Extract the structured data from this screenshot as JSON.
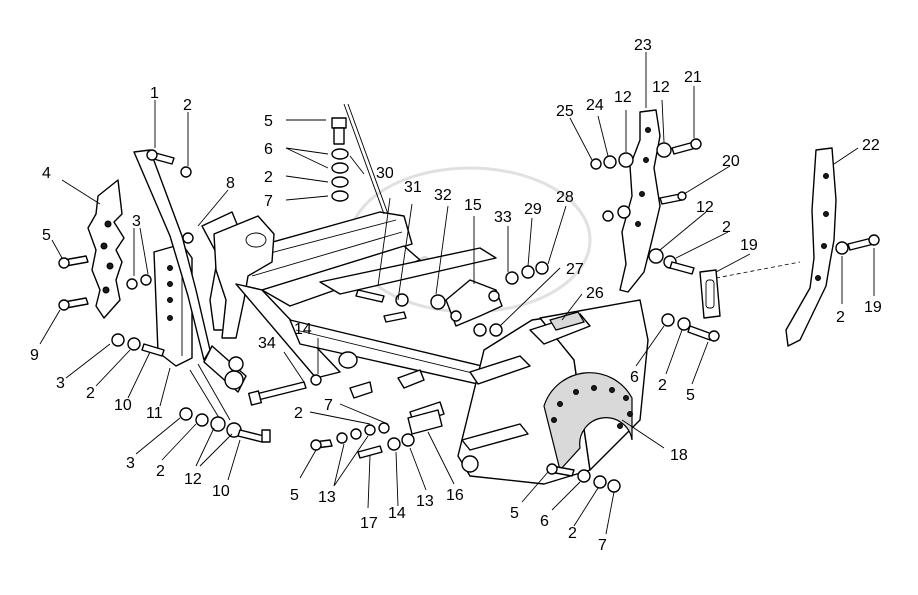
{
  "diagram": {
    "callouts": [
      {
        "id": "c1",
        "text": "1"
      },
      {
        "id": "c2a",
        "text": "2"
      },
      {
        "id": "c4",
        "text": "4"
      },
      {
        "id": "c8",
        "text": "8"
      },
      {
        "id": "c3a",
        "text": "3"
      },
      {
        "id": "c5a",
        "text": "5"
      },
      {
        "id": "c9",
        "text": "9"
      },
      {
        "id": "c3b",
        "text": "3"
      },
      {
        "id": "c2b",
        "text": "2"
      },
      {
        "id": "c10a",
        "text": "10"
      },
      {
        "id": "c11",
        "text": "11"
      },
      {
        "id": "c3c",
        "text": "3"
      },
      {
        "id": "c2c",
        "text": "2"
      },
      {
        "id": "c12a",
        "text": "12"
      },
      {
        "id": "c10b",
        "text": "10"
      },
      {
        "id": "c5b",
        "text": "5"
      },
      {
        "id": "c6a",
        "text": "6"
      },
      {
        "id": "c2d",
        "text": "2"
      },
      {
        "id": "c7a",
        "text": "7"
      },
      {
        "id": "c30",
        "text": "30"
      },
      {
        "id": "c31",
        "text": "31"
      },
      {
        "id": "c32",
        "text": "32"
      },
      {
        "id": "c15",
        "text": "15"
      },
      {
        "id": "c33",
        "text": "33"
      },
      {
        "id": "c29",
        "text": "29"
      },
      {
        "id": "c28",
        "text": "28"
      },
      {
        "id": "c27",
        "text": "27"
      },
      {
        "id": "c26",
        "text": "26"
      },
      {
        "id": "c34",
        "text": "34"
      },
      {
        "id": "c14a",
        "text": "14"
      },
      {
        "id": "c2e",
        "text": "2"
      },
      {
        "id": "c7b",
        "text": "7"
      },
      {
        "id": "c5c",
        "text": "5"
      },
      {
        "id": "c13a",
        "text": "13"
      },
      {
        "id": "c17",
        "text": "17"
      },
      {
        "id": "c14b",
        "text": "14"
      },
      {
        "id": "c13b",
        "text": "13"
      },
      {
        "id": "c16",
        "text": "16"
      },
      {
        "id": "c18",
        "text": "18"
      },
      {
        "id": "c5d",
        "text": "5"
      },
      {
        "id": "c6b",
        "text": "6"
      },
      {
        "id": "c2f",
        "text": "2"
      },
      {
        "id": "c7c",
        "text": "7"
      },
      {
        "id": "c23",
        "text": "23"
      },
      {
        "id": "c25",
        "text": "25"
      },
      {
        "id": "c24",
        "text": "24"
      },
      {
        "id": "c12b",
        "text": "12"
      },
      {
        "id": "c12c",
        "text": "12"
      },
      {
        "id": "c21",
        "text": "21"
      },
      {
        "id": "c20",
        "text": "20"
      },
      {
        "id": "c12d",
        "text": "12"
      },
      {
        "id": "c2g",
        "text": "2"
      },
      {
        "id": "c19a",
        "text": "19"
      },
      {
        "id": "c6c",
        "text": "6"
      },
      {
        "id": "c2h",
        "text": "2"
      },
      {
        "id": "c5e",
        "text": "5"
      },
      {
        "id": "c22",
        "text": "22"
      },
      {
        "id": "c2i",
        "text": "2"
      },
      {
        "id": "c19b",
        "text": "19"
      }
    ]
  }
}
